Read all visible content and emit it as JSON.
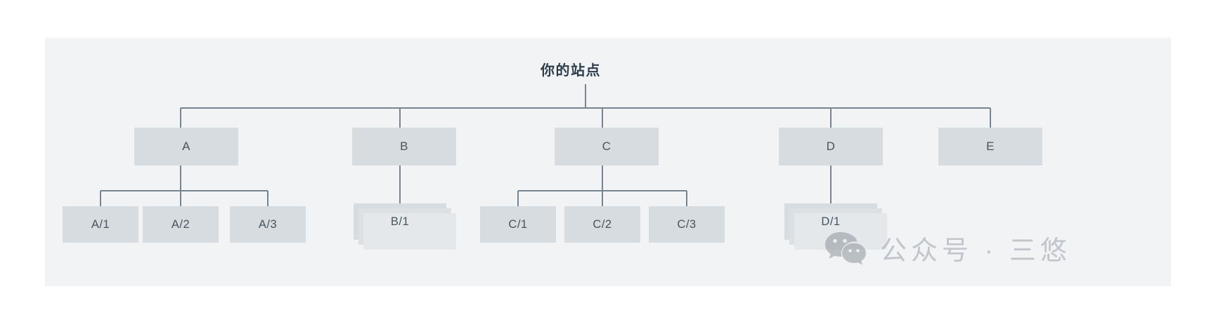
{
  "panel": {
    "background_color": "#f2f3f5",
    "node_fill_color": "#d7dce0",
    "node_text_color": "#46545f",
    "connector_color": "#76848f"
  },
  "tree": {
    "root": {
      "label": "你的站点"
    },
    "level1": [
      {
        "id": "A",
        "label": "A"
      },
      {
        "id": "B",
        "label": "B"
      },
      {
        "id": "C",
        "label": "C"
      },
      {
        "id": "D",
        "label": "D"
      },
      {
        "id": "E",
        "label": "E"
      }
    ],
    "level2": [
      {
        "id": "A1",
        "label": "A/1",
        "parent": "A",
        "stacked": false
      },
      {
        "id": "A2",
        "label": "A/2",
        "parent": "A",
        "stacked": false
      },
      {
        "id": "A3",
        "label": "A/3",
        "parent": "A",
        "stacked": false
      },
      {
        "id": "B1",
        "label": "B/1",
        "parent": "B",
        "stacked": true
      },
      {
        "id": "C1",
        "label": "C/1",
        "parent": "C",
        "stacked": false
      },
      {
        "id": "C2",
        "label": "C/2",
        "parent": "C",
        "stacked": false
      },
      {
        "id": "C3",
        "label": "C/3",
        "parent": "C",
        "stacked": false
      },
      {
        "id": "D1",
        "label": "D/1",
        "parent": "D",
        "stacked": true
      }
    ]
  },
  "watermark": {
    "text": "公众号 · 三悠",
    "logo_name": "wechat-logo",
    "color": "#9aa3ab"
  }
}
